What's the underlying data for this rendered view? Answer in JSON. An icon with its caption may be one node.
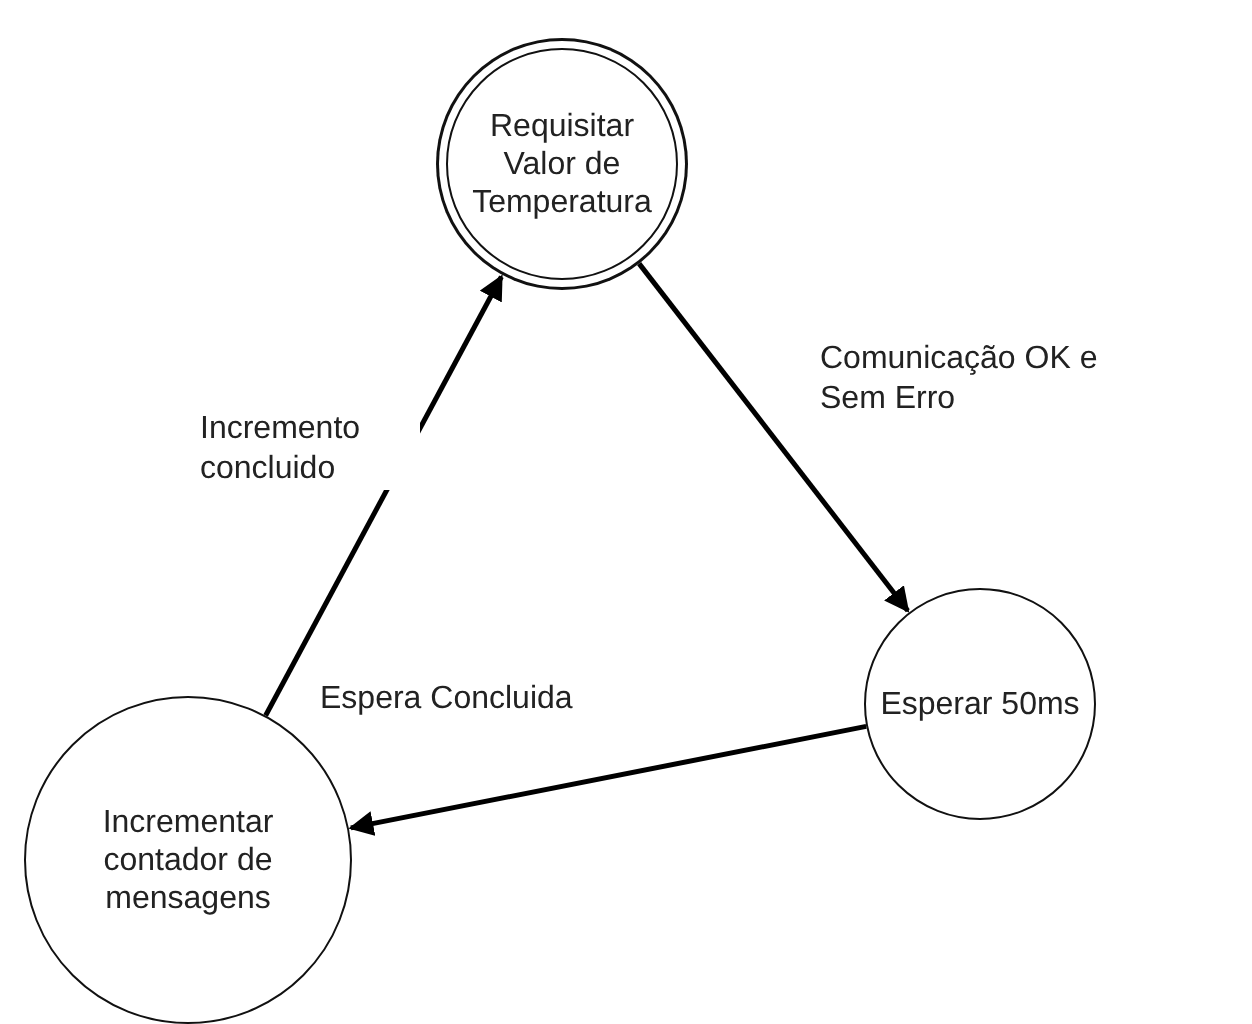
{
  "diagram": {
    "nodes": [
      {
        "text": [
          "Requisitar Valor de Temperatura"
        ]
      },
      {
        "text": [
          "Esperar 50ms"
        ]
      },
      {
        "text": [
          "Incrementar contador de mensagens"
        ]
      }
    ],
    "edges": [
      {
        "from": 0,
        "to": 1,
        "arrow": "to",
        "label": "Comunicação OK e Sem Erro"
      },
      {
        "from": 1,
        "to": 2,
        "arrow": "to",
        "label": "Espera Concluida"
      },
      {
        "from": 2,
        "to": 0,
        "arrow": "to",
        "label": "Incremento concluido"
      }
    ]
  }
}
